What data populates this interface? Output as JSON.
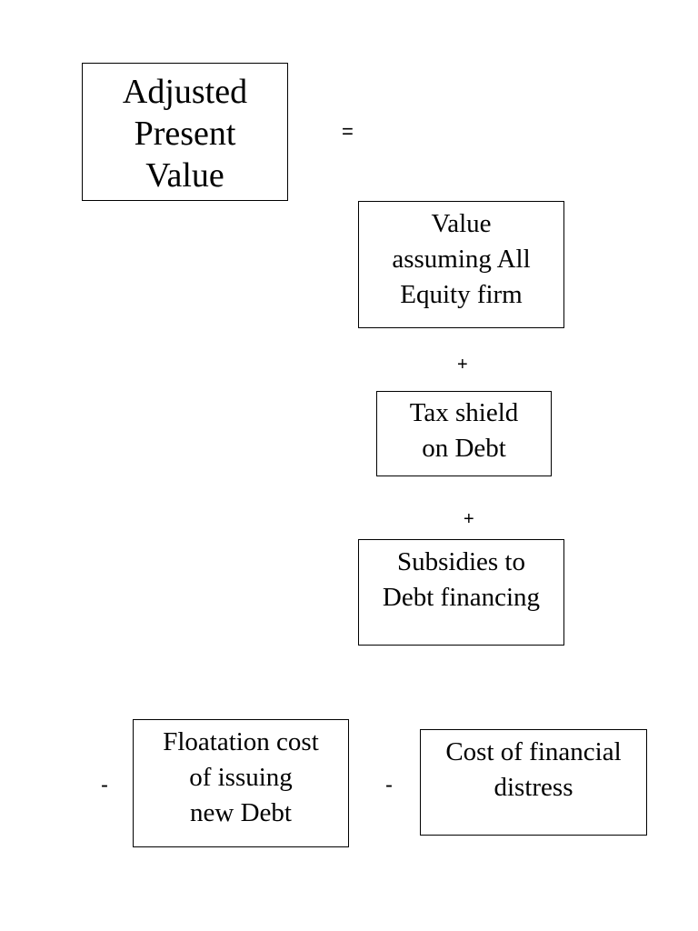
{
  "apv": {
    "lines": [
      "Adjusted",
      "Present",
      "Value"
    ]
  },
  "operators": {
    "equals": "=",
    "plus1": "+",
    "plus2": "+",
    "minus1": "-",
    "minus2": "-"
  },
  "all_equity": {
    "lines": [
      "Value",
      "assuming All",
      "Equity firm"
    ]
  },
  "tax_shield": {
    "lines": [
      "Tax shield",
      "on Debt"
    ]
  },
  "subsidies": {
    "lines": [
      "Subsidies to",
      "Debt financing"
    ]
  },
  "floatation": {
    "lines": [
      "Floatation cost",
      "of issuing",
      "new Debt"
    ]
  },
  "distress": {
    "lines": [
      "Cost of financial",
      "distress"
    ]
  }
}
